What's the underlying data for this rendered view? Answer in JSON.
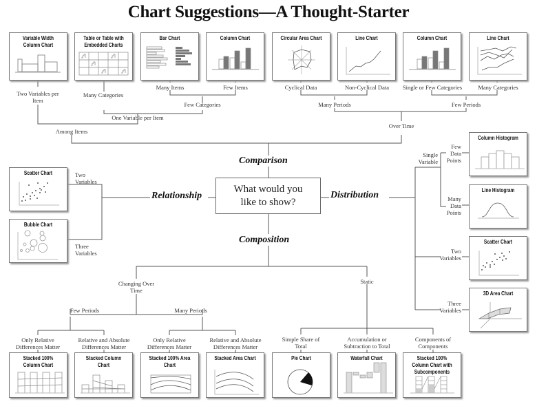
{
  "title": "Chart Suggestions—A Thought-Starter",
  "center_question": "What would you like to show?",
  "center_lines": [
    "What would you",
    "like to show?"
  ],
  "categories": {
    "comparison": "Comparison",
    "relationship": "Relationship",
    "distribution": "Distribution",
    "composition": "Composition"
  },
  "comparison": {
    "cards": [
      {
        "id": "variable-width-column",
        "title": "Variable Width Column Chart"
      },
      {
        "id": "table-embedded",
        "title": "Table or Table with Embedded Charts"
      },
      {
        "id": "bar",
        "title": "Bar Chart"
      },
      {
        "id": "column-few-items",
        "title": "Column Chart"
      },
      {
        "id": "circular-area",
        "title": "Circular Area Chart"
      },
      {
        "id": "line-noncyclical",
        "title": "Line Chart"
      },
      {
        "id": "column-few-periods",
        "title": "Column Chart"
      },
      {
        "id": "line-many-categories",
        "title": "Line Chart"
      }
    ],
    "labels": {
      "two_variables_per_item": "Two Variables per Item",
      "many_categories_left": "Many Categories",
      "many_items": "Many Items",
      "few_items": "Few Items",
      "few_categories": "Few Categories",
      "one_variable_per_item": "One Variable per Item",
      "among_items": "Among Items",
      "cyclical_data": "Cyclical Data",
      "non_cyclical_data": "Non-Cyclical Data",
      "single_or_few_categories": "Single or Few Categories",
      "many_categories_right": "Many Categories",
      "many_periods": "Many Periods",
      "few_periods": "Few Periods",
      "over_time": "Over Time"
    }
  },
  "relationship": {
    "cards": [
      {
        "id": "scatter",
        "title": "Scatter Chart"
      },
      {
        "id": "bubble",
        "title": "Bubble Chart"
      }
    ],
    "labels": {
      "two_variables": "Two Variables",
      "three_variables": "Three Variables"
    }
  },
  "distribution": {
    "cards": [
      {
        "id": "column-histogram",
        "title": "Column Histogram"
      },
      {
        "id": "line-histogram",
        "title": "Line Histogram"
      },
      {
        "id": "scatter-dist",
        "title": "Scatter Chart"
      },
      {
        "id": "area-3d",
        "title": "3D Area Chart"
      }
    ],
    "labels": {
      "single_variable": "Single Variable",
      "few_data_points": "Few Data Points",
      "many_data_points": "Many Data Points",
      "two_variables": "Two Variables",
      "three_variables": "Three Variables"
    }
  },
  "composition": {
    "cards": [
      {
        "id": "stacked-100-column",
        "title": "Stacked 100% Column Chart"
      },
      {
        "id": "stacked-column",
        "title": "Stacked Column Chart"
      },
      {
        "id": "stacked-100-area",
        "title": "Stacked 100% Area Chart"
      },
      {
        "id": "stacked-area",
        "title": "Stacked Area Chart"
      },
      {
        "id": "pie",
        "title": "Pie Chart"
      },
      {
        "id": "waterfall",
        "title": "Waterfall Chart"
      },
      {
        "id": "stacked-100-sub",
        "title": "Stacked 100% Column Chart with Subcomponents"
      }
    ],
    "labels": {
      "changing_over_time": "Changing Over Time",
      "static": "Static",
      "few_periods": "Few Periods",
      "many_periods": "Many Periods",
      "only_relative_1": "Only Relative Differences Matter",
      "relative_absolute_1": "Relative and Absolute Differences Matter",
      "only_relative_2": "Only Relative Differences Matter",
      "relative_absolute_2": "Relative and Absolute Differences Matter",
      "simple_share": "Simple Share of Total",
      "accumulation": "Accumulation or Subtraction to Total",
      "components": "Components of Components"
    }
  }
}
